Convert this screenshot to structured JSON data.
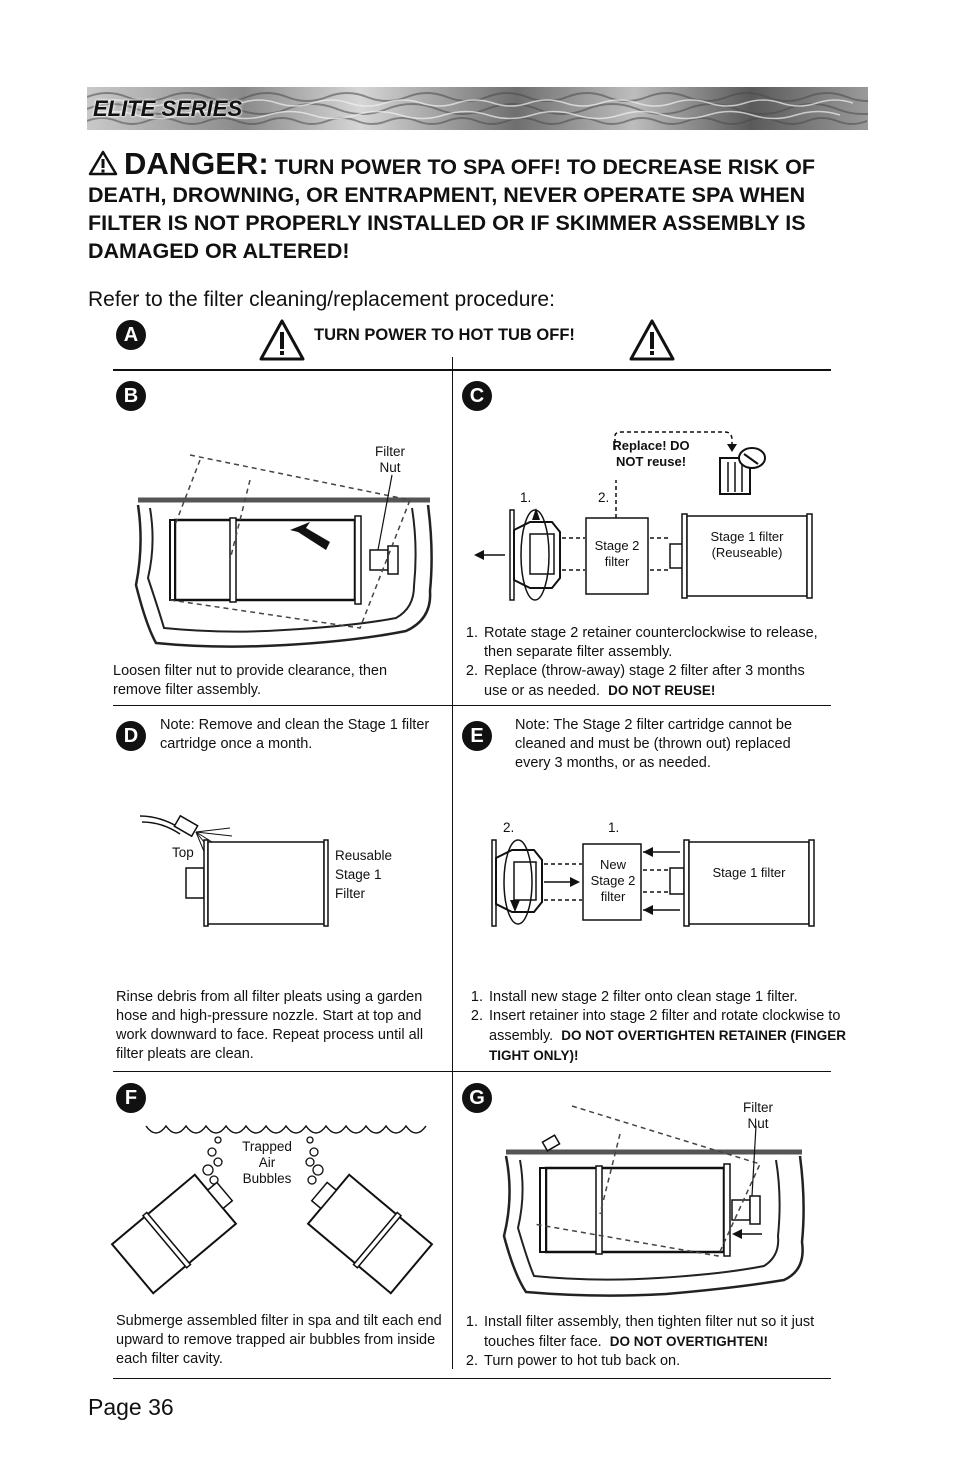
{
  "header": {
    "series": "ELITE SERIES"
  },
  "danger": {
    "word": "DANGER:",
    "message": "TURN POWER TO SPA OFF! TO DECREASE RISK OF DEATH, DROWNING, OR ENTRAPMENT, NEVER OPERATE SPA WHEN FILTER IS NOT PROPERLY INSTALLED OR IF SKIMMER ASSEMBLY IS DAMAGED OR ALTERED!"
  },
  "intro": "Refer to the filter cleaning/replacement procedure:",
  "steps": {
    "a": {
      "letter": "A",
      "text": "TURN POWER TO HOT TUB OFF!"
    },
    "b": {
      "letter": "B",
      "label_filter_nut": "Filter Nut",
      "caption": "Loosen filter nut to provide clearance, then remove filter assembly."
    },
    "c": {
      "letter": "C",
      "replace_label": "Replace! DO NOT reuse!",
      "num1": "1.",
      "num2": "2.",
      "stage2": "Stage 2 filter",
      "stage1": "Stage 1 filter (Reuseable)",
      "instr1": "Rotate stage 2 retainer counterclockwise to release, then separate filter assembly.",
      "instr2": "Replace (throw-away) stage 2 filter after 3 months use or as needed.",
      "instr2_bold": "DO NOT REUSE!"
    },
    "d": {
      "letter": "D",
      "note": "Note: Remove and clean the Stage 1 filter cartridge once a month.",
      "label_top": "Top",
      "label_reusable": "Reusable Stage 1 Filter",
      "caption": "Rinse debris from all filter pleats using a garden hose and high-pressure nozzle.  Start at top and work downward to face.  Repeat process until all filter pleats are clean."
    },
    "e": {
      "letter": "E",
      "note": "Note: The Stage 2 filter cartridge cannot be cleaned and must be (thrown out) replaced every 3 months, or as needed.",
      "num2": "2.",
      "num1": "1.",
      "new_stage2": "New Stage 2 filter",
      "stage1": "Stage 1 filter",
      "instr1": "Install new stage 2 filter onto clean stage 1 filter.",
      "instr2": "Insert retainer into stage 2 filter and rotate clockwise to assembly.",
      "instr2_bold": "DO NOT OVERTIGHTEN RETAINER (FINGER TIGHT ONLY)!"
    },
    "f": {
      "letter": "F",
      "label_bubbles": "Trapped Air Bubbles",
      "caption": "Submerge assembled filter in spa and tilt each end upward to remove trapped air bubbles from inside each filter cavity."
    },
    "g": {
      "letter": "G",
      "label_filter_nut": "Filter Nut",
      "instr1": "Install filter assembly, then tighten filter nut so it just touches filter face.",
      "instr1_bold": "DO NOT OVERTIGHTEN!",
      "instr2": "Turn power to hot tub back on."
    }
  },
  "footer": {
    "page": "Page 36"
  }
}
